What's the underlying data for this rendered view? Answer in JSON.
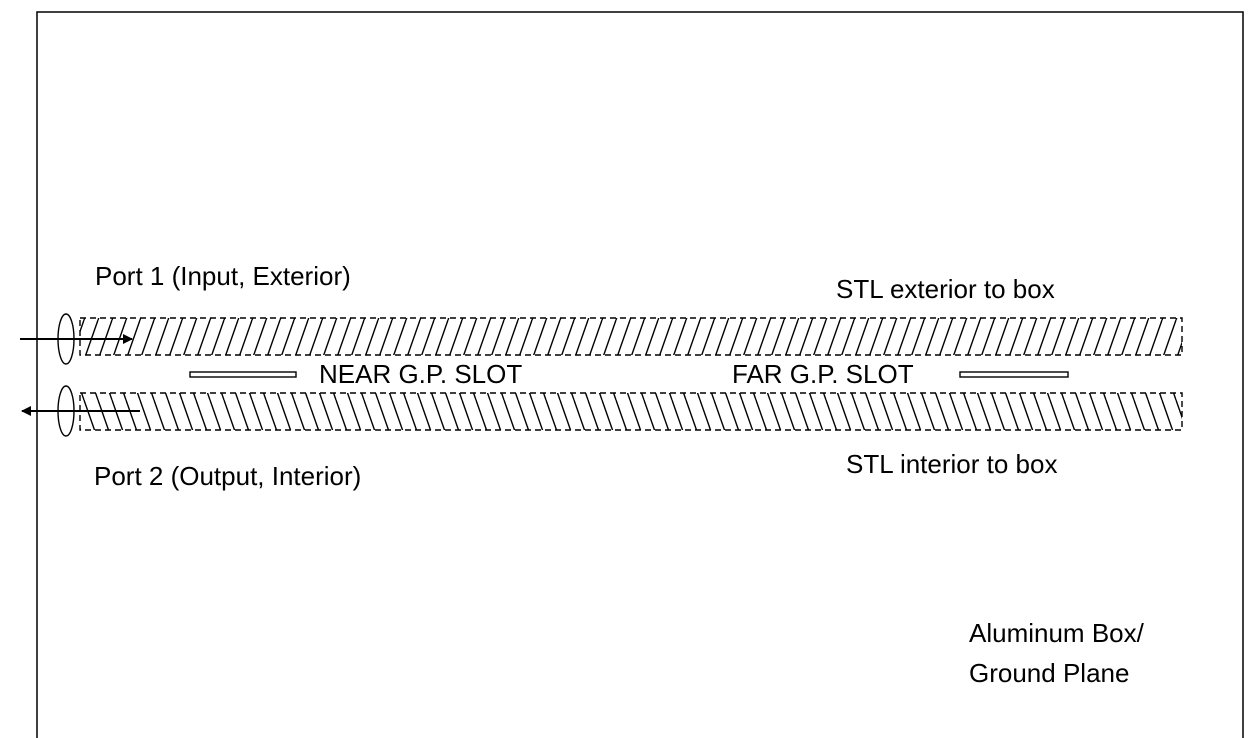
{
  "labels": {
    "port1": "Port 1 (Input, Exterior)",
    "port2": "Port 2 (Output, Interior)",
    "stl_exterior": "STL exterior to box",
    "stl_interior": "STL interior to box",
    "near_slot": "NEAR G.P. SLOT",
    "far_slot": "FAR G.P. SLOT",
    "box_line1": "Aluminum Box/",
    "box_line2": "Ground Plane"
  },
  "colors": {
    "stroke": "#000000",
    "background": "#ffffff"
  }
}
